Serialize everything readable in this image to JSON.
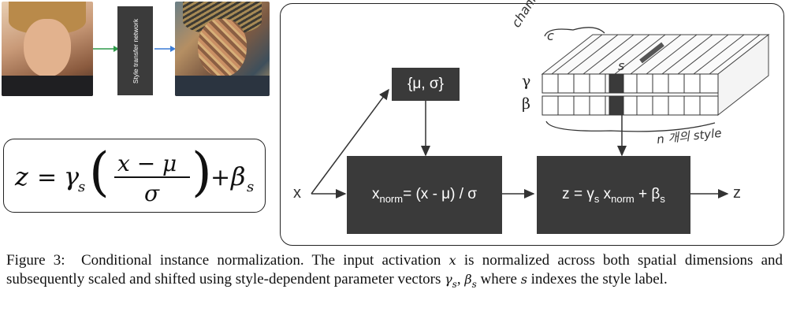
{
  "pipeline": {
    "network_label": "Style transfer network"
  },
  "equation": {
    "lhs": "z",
    "equals": "=",
    "gamma": "γ",
    "sub_s": "s",
    "numerator": "x − μ",
    "denominator": "σ",
    "plus": "+",
    "beta": "β"
  },
  "diagram": {
    "input_label": "x",
    "output_label": "z",
    "stats_box": "{μ, σ}",
    "norm_box": {
      "x": "x",
      "sub": "norm",
      "rest": "= (x - μ) / σ"
    },
    "scale_box": {
      "lead": "z = γ",
      "sub_s": "s",
      "x": " x",
      "sub_norm": "norm",
      "tail": " + β",
      "sub_s2": "s"
    },
    "gamma_label": "γ",
    "beta_label": "β",
    "s_label": "s",
    "channel_label": "channel",
    "c_label": "c",
    "style_label": "n 개의 style"
  },
  "caption": {
    "label": "Figure 3:",
    "text_1": "Conditional instance normalization. The input activation",
    "var_x": "x",
    "text_2": "is normalized across both spatial dimensions and subsequently scaled and shifted using style-dependent parameter vectors",
    "var_gamma": "γ",
    "var_beta": "β",
    "sub_s": "s",
    "text_3": "where",
    "var_s": "s",
    "text_4": "indexes the style label."
  },
  "colors": {
    "box_dark": "#3a3a3a",
    "arrow_green": "#2e9a4a",
    "arrow_blue": "#3a7bd5",
    "outline": "#222222"
  }
}
